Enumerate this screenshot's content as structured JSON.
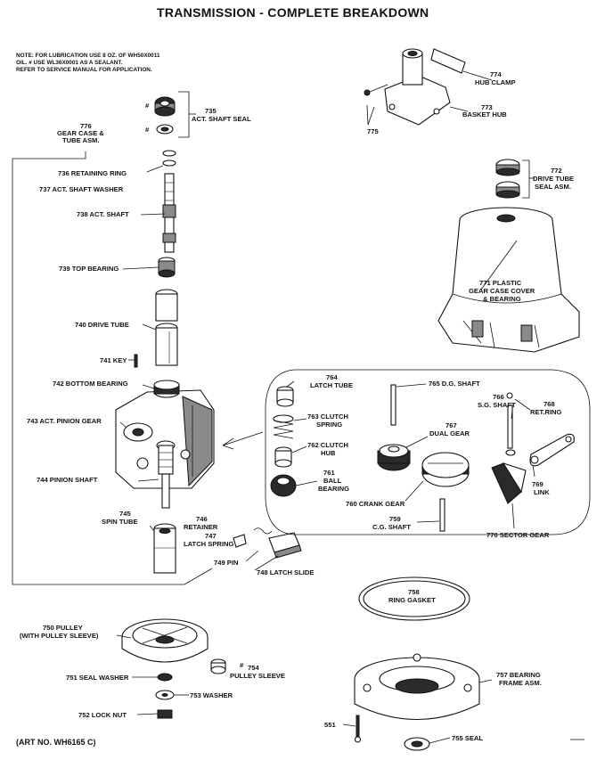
{
  "title": "TRANSMISSION - COMPLETE BREAKDOWN",
  "note_lines": [
    "NOTE: FOR LUBRICATION USE 8 OZ. OF WH50X0011",
    "OIL.  # USE WL36X0001 AS A SEALANT.",
    "REFER TO SERVICE MANUAL FOR APPLICATION."
  ],
  "hash_mark": "#",
  "art_number": "(ART NO. WH6165 C)",
  "parts": {
    "p735": [
      "735",
      "ACT. SHAFT SEAL"
    ],
    "p776": [
      "776",
      "GEAR CASE &",
      "TUBE ASM."
    ],
    "p736": [
      "736 RETAINING RING"
    ],
    "p737": [
      "737  ACT. SHAFT WASHER"
    ],
    "p738": [
      "738 ACT. SHAFT"
    ],
    "p739": [
      "739 TOP BEARING"
    ],
    "p740": [
      "740 DRIVE TUBE"
    ],
    "p741": [
      "741 KEY"
    ],
    "p742": [
      "742 BOTTOM BEARING"
    ],
    "p743": [
      "743 ACT. PINION GEAR"
    ],
    "p744": [
      "744 PINION SHAFT"
    ],
    "p745": [
      "745",
      "SPIN TUBE"
    ],
    "p746": [
      "746",
      "RETAINER"
    ],
    "p747": [
      "747",
      "LATCH SPRING"
    ],
    "p749": [
      "749 PIN"
    ],
    "p748": [
      "748 LATCH SLIDE"
    ],
    "p774": [
      "774",
      "HUB CLAMP"
    ],
    "p773": [
      "773",
      "BASKET HUB"
    ],
    "p775": [
      "775"
    ],
    "p772": [
      "772",
      "DRIVE TUBE",
      "SEAL ASM."
    ],
    "p771": [
      "771 PLASTIC",
      "GEAR CASE COVER",
      "& BEARING"
    ],
    "p764": [
      "764",
      "LATCH TUBE"
    ],
    "p763": [
      "763 CLUTCH",
      "SPRING"
    ],
    "p762": [
      "762 CLUTCH",
      "HUB"
    ],
    "p761": [
      "761",
      "BALL",
      "BEARING"
    ],
    "p765": [
      "765 D.G. SHAFT"
    ],
    "p767": [
      "767",
      "DUAL GEAR"
    ],
    "p766": [
      "766",
      "S.G. SHAFT"
    ],
    "p768": [
      "768",
      "RET.RING"
    ],
    "p769": [
      "769",
      "LINK"
    ],
    "p760": [
      "760 CRANK GEAR"
    ],
    "p759": [
      "759",
      "C.G. SHAFT"
    ],
    "p770": [
      "770 SECTOR GEAR"
    ],
    "p758": [
      "758",
      "RING GASKET"
    ],
    "p750": [
      "750 PULLEY",
      "(WITH PULLEY SLEEVE)"
    ],
    "p754": [
      "754",
      "PULLEY SLEEVE"
    ],
    "p751": [
      "751 SEAL WASHER"
    ],
    "p753": [
      "753 WASHER"
    ],
    "p752": [
      "752 LOCK NUT"
    ],
    "p757": [
      "757 BEARING",
      "FRAME ASM."
    ],
    "p755": [
      "755 SEAL"
    ],
    "p551": [
      "551"
    ]
  }
}
